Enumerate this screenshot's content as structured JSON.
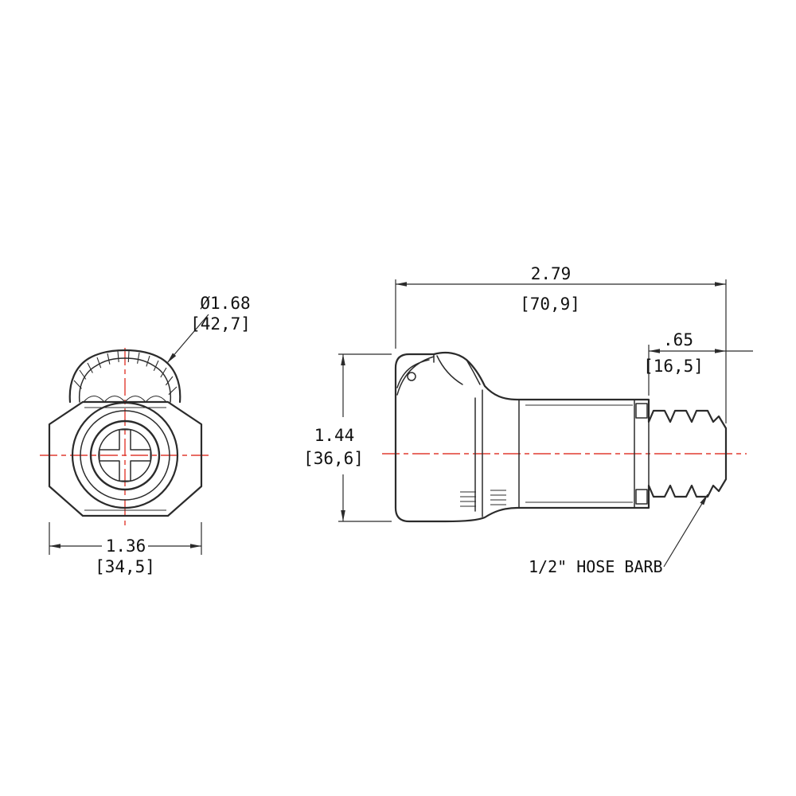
{
  "drawing": {
    "colors": {
      "line": "#2b2b2b",
      "centerline": "#e03c31",
      "text": "#111111",
      "background": "#ffffff"
    },
    "views": {
      "front": "front-view",
      "side": "side-view"
    },
    "dimensions": {
      "diameter": {
        "value": "Ø1.68",
        "metric": "[42,7]"
      },
      "width": {
        "value": "1.36",
        "metric": "[34,5]"
      },
      "overall_length": {
        "value": "2.79",
        "metric": "[70,9]"
      },
      "barb_length": {
        "value": ".65",
        "metric": "[16,5]"
      },
      "height": {
        "value": "1.44",
        "metric": "[36,6]"
      }
    },
    "labels": {
      "hose_barb": "1/2\" HOSE BARB"
    }
  }
}
